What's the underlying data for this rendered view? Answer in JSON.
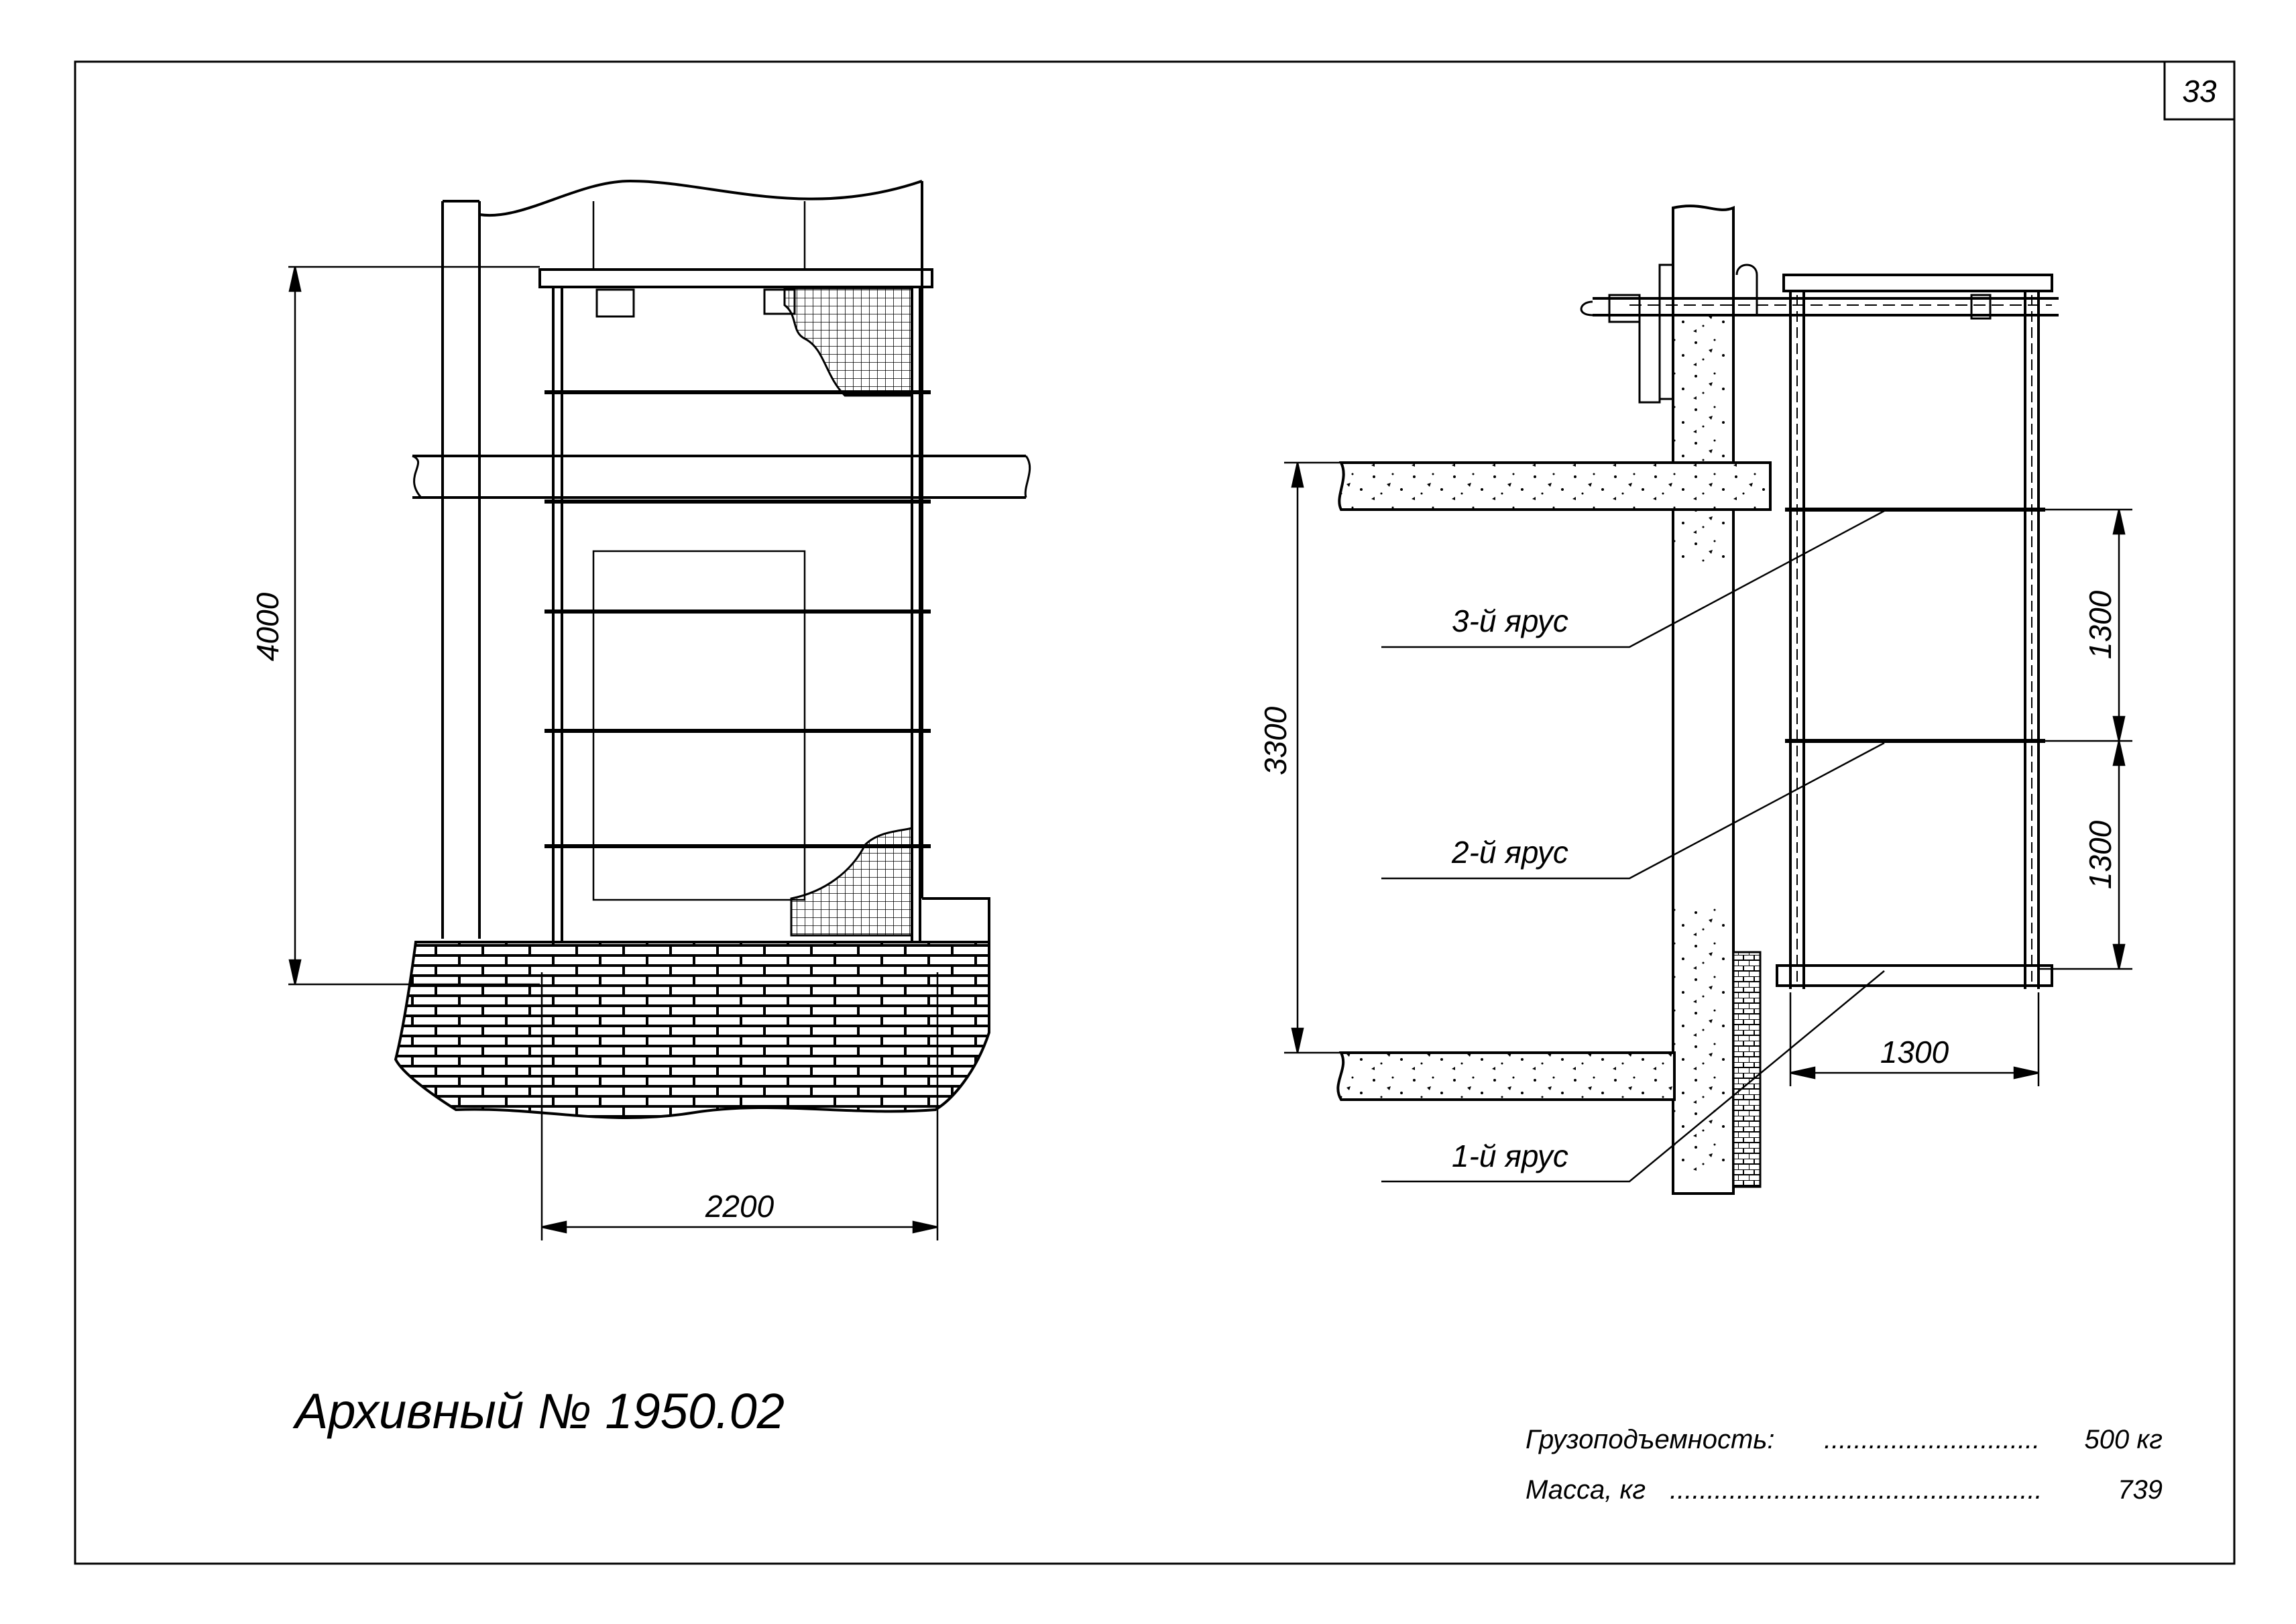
{
  "page_number": "33",
  "archive_number": "Архивный № 1950.02",
  "dimensions": {
    "height_total": "4000",
    "width_total": "2200",
    "floor_height": "3300",
    "tier_height_upper": "1300",
    "tier_height_lower": "1300",
    "depth": "1300"
  },
  "tiers": {
    "tier3": "3-й ярус",
    "tier2": "2-й ярус",
    "tier1": "1-й ярус"
  },
  "specs": {
    "capacity_label": "Грузоподъемность:",
    "capacity_value": "500 кг",
    "mass_label": "Масса, кг",
    "mass_value": "739"
  }
}
